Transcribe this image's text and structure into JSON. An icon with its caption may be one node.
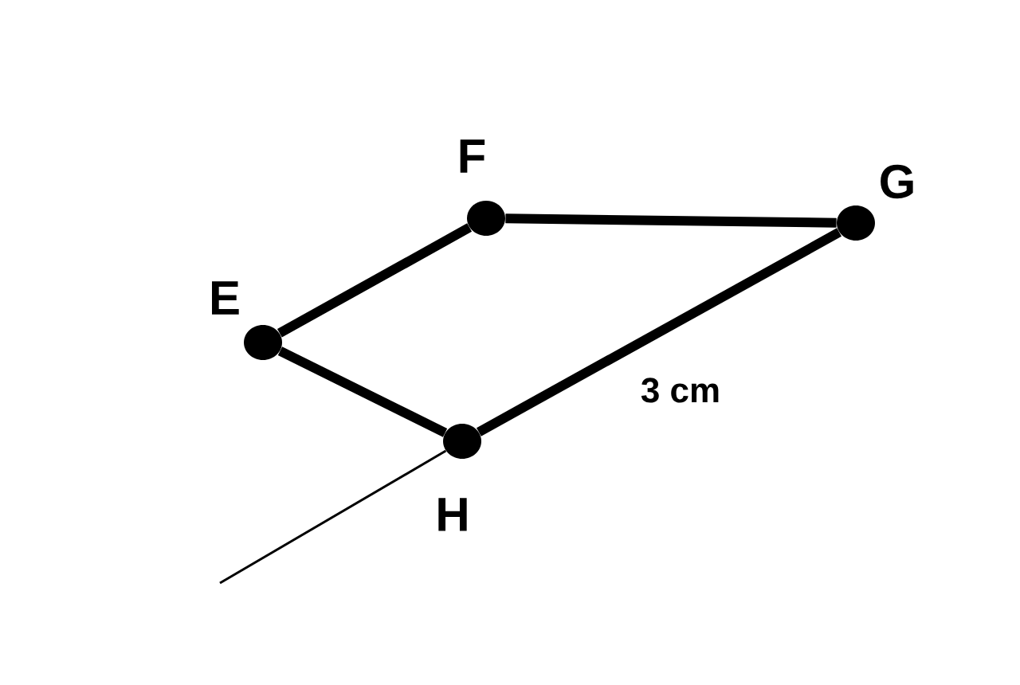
{
  "diagram": {
    "nodes": [
      {
        "text": [
          "E"
        ]
      },
      {
        "text": [
          "F"
        ]
      },
      {
        "text": [
          "G"
        ]
      },
      {
        "text": [
          "H"
        ]
      }
    ],
    "edges": [
      {
        "from": 0,
        "to": 1,
        "arrow": "none"
      },
      {
        "from": 1,
        "to": 2,
        "arrow": "none"
      },
      {
        "from": 2,
        "to": 3,
        "arrow": "none",
        "label": "3 cm"
      },
      {
        "from": 3,
        "to": 0,
        "arrow": "none"
      },
      {
        "from": 3,
        "to": null,
        "arrow": "none"
      }
    ]
  }
}
